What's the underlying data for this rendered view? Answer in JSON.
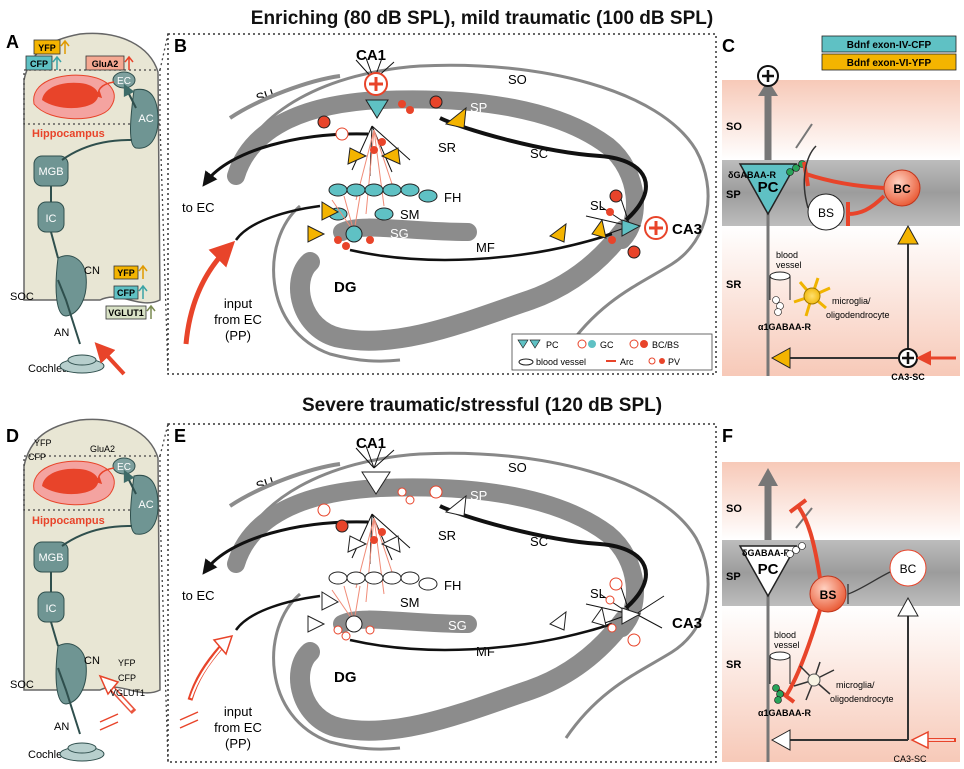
{
  "titles": {
    "top": "Enriching (80 dB SPL), mild traumatic (100 dB SPL)",
    "bottom": "Severe traumatic/stressful (120 dB SPL)"
  },
  "panel_letters": {
    "a": "A",
    "b": "B",
    "c": "C",
    "d": "D",
    "e": "E",
    "f": "F"
  },
  "pathway": {
    "hippocampus": "Hippocampus",
    "ec": "EC",
    "ac": "AC",
    "mgb": "MGB",
    "ic": "IC",
    "cn": "CN",
    "soc": "SOC",
    "an": "AN",
    "cochlea": "Cochlea",
    "markers": {
      "yfp": "YFP",
      "cfp": "CFP",
      "glua2": "GluA2",
      "vglut1": "VGLUT1"
    }
  },
  "hippo": {
    "ca1": "CA1",
    "ca3": "CA3",
    "dg": "DG",
    "so": "SO",
    "sp": "SP",
    "sr": "SR",
    "sc": "SC",
    "su": "SU",
    "fh": "FH",
    "sm": "SM",
    "sg": "SG",
    "sl": "SL",
    "mf": "MF",
    "to_ec": "to EC",
    "input_line1": "input",
    "input_line2": "from EC",
    "input_line3": "(PP)"
  },
  "legend": {
    "pc": "PC",
    "gc": "GC",
    "bcbs": "BC/BS",
    "vessel": "blood vessel",
    "arc": "Arc",
    "pv": "PV"
  },
  "circuit": {
    "so": "SO",
    "sp": "SP",
    "sr": "SR",
    "pc": "PC",
    "bs": "BS",
    "bc": "BC",
    "dgaba": "δGABAA-R",
    "a1gaba": "α1GABAA-R",
    "vessel_line1": "blood",
    "vessel_line2": "vessel",
    "microglia_line1": "microglia/",
    "microglia_line2": "oligodendrocyte",
    "ca3sc": "CA3-SC",
    "legend_cfp": "Bdnf exon-IV-CFP",
    "legend_yfp": "Bdnf exon-VI-YFP",
    "colors": {
      "cfp": "#5fc1c4",
      "yfp": "#f4b400",
      "red": "#e8442a",
      "teal": "#3d6b68"
    }
  }
}
